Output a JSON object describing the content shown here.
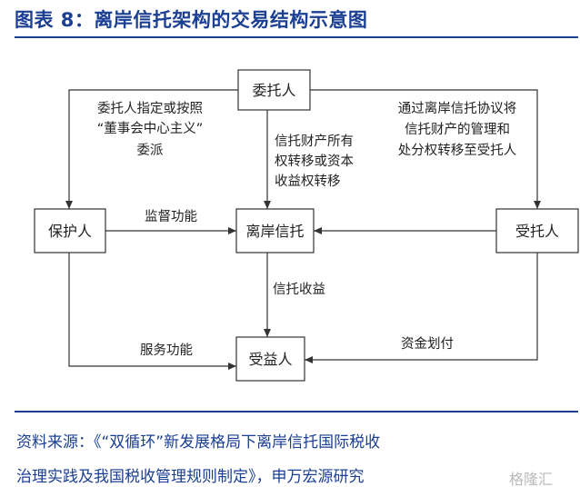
{
  "title": "图表 8：离岸信托架构的交易结构示意图",
  "nodes": {
    "settlor": "委托人",
    "protector": "保护人",
    "offshore_trust": "离岸信托",
    "trustee": "受托人",
    "beneficiary": "受益人"
  },
  "edge_labels": {
    "appoint": [
      "委托人指定或按照",
      "“董事会中心主义”",
      "委派"
    ],
    "transfer_property": [
      "信托财产所有",
      "权转移或资本",
      "收益权转移"
    ],
    "agreement": [
      "通过离岸信托协议将",
      "信托财产的管理和",
      "处分权转移至受托人"
    ],
    "supervision": "监督功能",
    "trust_income": "信托收益",
    "service": "服务功能",
    "fund_transfer": "资金划付"
  },
  "source": [
    "资料来源：《“双循环”新发展格局下离岸信托国际税收",
    "治理实践及我国税收管理规则制定》，申万宏源研究"
  ],
  "watermark": "格隆汇"
}
